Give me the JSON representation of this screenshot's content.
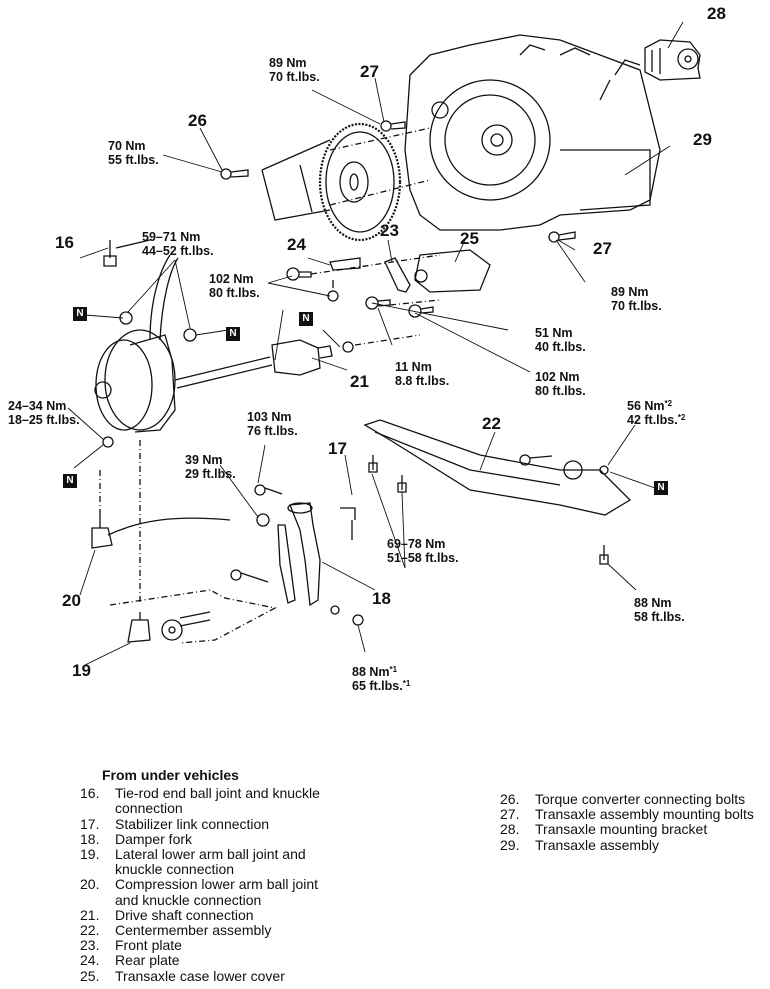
{
  "diagram": {
    "title": "Transaxle removal exploded view",
    "part_numbers": [
      {
        "id": "16",
        "label": "16"
      },
      {
        "id": "17",
        "label": "17"
      },
      {
        "id": "18",
        "label": "18"
      },
      {
        "id": "19",
        "label": "19"
      },
      {
        "id": "20",
        "label": "20"
      },
      {
        "id": "21",
        "label": "21"
      },
      {
        "id": "22",
        "label": "22"
      },
      {
        "id": "23",
        "label": "23"
      },
      {
        "id": "24",
        "label": "24"
      },
      {
        "id": "25",
        "label": "25"
      },
      {
        "id": "26",
        "label": "26"
      },
      {
        "id": "27a",
        "label": "27"
      },
      {
        "id": "27b",
        "label": "27"
      },
      {
        "id": "28",
        "label": "28"
      },
      {
        "id": "29",
        "label": "29"
      }
    ],
    "torque_specs": [
      {
        "id": "t_89_top",
        "nm": "89 Nm",
        "ftlbs": "70 ft.lbs."
      },
      {
        "id": "t_70",
        "nm": "70 Nm",
        "ftlbs": "55 ft.lbs."
      },
      {
        "id": "t_59_71",
        "nm": "59–71 Nm",
        "ftlbs": "44–52 ft.lbs."
      },
      {
        "id": "t_102_left",
        "nm": "102 Nm",
        "ftlbs": "80 ft.lbs."
      },
      {
        "id": "t_89_right",
        "nm": "89 Nm",
        "ftlbs": "70 ft.lbs."
      },
      {
        "id": "t_51",
        "nm": "51 Nm",
        "ftlbs": "40 ft.lbs."
      },
      {
        "id": "t_11",
        "nm": "11 Nm",
        "ftlbs": "8.8 ft.lbs."
      },
      {
        "id": "t_102_right",
        "nm": "102 Nm",
        "ftlbs": "80 ft.lbs."
      },
      {
        "id": "t_24_34",
        "nm": "24–34 Nm",
        "ftlbs": "18–25 ft.lbs."
      },
      {
        "id": "t_103",
        "nm": "103 Nm",
        "ftlbs": "76 ft.lbs."
      },
      {
        "id": "t_39",
        "nm": "39 Nm",
        "ftlbs": "29 ft.lbs."
      },
      {
        "id": "t_56",
        "nm": "56 Nm",
        "nm_note": "*2",
        "ftlbs": "42 ft.lbs.",
        "ftlbs_note": "*2"
      },
      {
        "id": "t_69_78",
        "nm": "69–78 Nm",
        "ftlbs": "51–58 ft.lbs."
      },
      {
        "id": "t_88_right",
        "nm": "88 Nm",
        "ftlbs": "58 ft.lbs."
      },
      {
        "id": "t_88_bottom",
        "nm": "88 Nm",
        "nm_note": "*1",
        "ftlbs": "65 ft.lbs.",
        "ftlbs_note": "*1"
      }
    ],
    "new_part_marker": "N"
  },
  "legend": {
    "heading": "From under vehicles",
    "left_items": [
      {
        "num": "16.",
        "text": "Tie-rod end ball joint and knuckle",
        "cont": "connection"
      },
      {
        "num": "17.",
        "text": "Stabilizer link connection"
      },
      {
        "num": "18.",
        "text": "Damper fork"
      },
      {
        "num": "19.",
        "text": "Lateral lower arm ball joint and",
        "cont": "knuckle connection"
      },
      {
        "num": "20.",
        "text": "Compression  lower arm ball joint",
        "cont": "and knuckle connection"
      },
      {
        "num": "21.",
        "text": "Drive shaft connection"
      },
      {
        "num": "22.",
        "text": "Centermember assembly"
      },
      {
        "num": "23.",
        "text": "Front plate"
      },
      {
        "num": "24.",
        "text": "Rear plate"
      },
      {
        "num": "25.",
        "text": "Transaxle case lower cover"
      }
    ],
    "right_items": [
      {
        "num": "26.",
        "text": "Torque converter connecting bolts"
      },
      {
        "num": "27.",
        "text": "Transaxle assembly mounting bolts"
      },
      {
        "num": "28.",
        "text": "Transaxle mounting bracket"
      },
      {
        "num": "29.",
        "text": "Transaxle assembly"
      }
    ]
  }
}
